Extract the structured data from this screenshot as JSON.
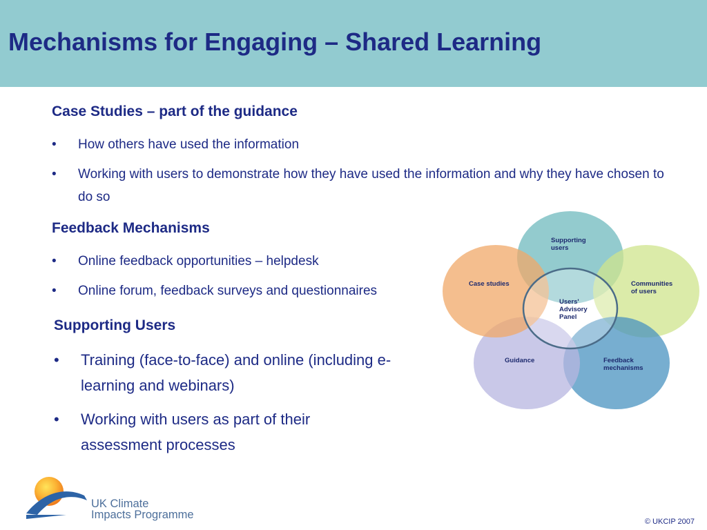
{
  "slide": {
    "title": "Mechanisms for Engaging – Shared Learning",
    "copyright": "© UKCIP 2007"
  },
  "sections": [
    {
      "heading": "Case Studies – part of the guidance",
      "bullets": [
        "How others have used the information",
        "Working with users to demonstrate how they have used the information and why they have chosen to do so"
      ]
    },
    {
      "heading": "Feedback Mechanisms",
      "bullets": [
        "Online feedback opportunities – helpdesk",
        "Online forum, feedback surveys and questionnaires"
      ]
    },
    {
      "heading": "Supporting Users",
      "bullets": [
        "Training (face-to-face) and online (including e-learning and webinars)",
        "Working with users as part of their assessment processes"
      ]
    }
  ],
  "bullet_symbol": "•",
  "diagram": {
    "center": {
      "lines": [
        "Users'",
        "Advisory",
        "Panel"
      ]
    },
    "circles": [
      {
        "lines": [
          "Supporting",
          "users"
        ],
        "color": "#6fb9bd"
      },
      {
        "lines": [
          "Communities",
          "of users"
        ],
        "color": "#cfe48c"
      },
      {
        "lines": [
          "Feedback",
          "mechanisms"
        ],
        "color": "#4a93c0"
      },
      {
        "lines": [
          "Guidance"
        ],
        "color": "#b7b5e0"
      },
      {
        "lines": [
          "Case studies"
        ],
        "color": "#f0a868"
      }
    ]
  },
  "logo": {
    "line1": "UK Climate",
    "line2": "Impacts Programme",
    "icon": "sun-over-wave-icon"
  }
}
